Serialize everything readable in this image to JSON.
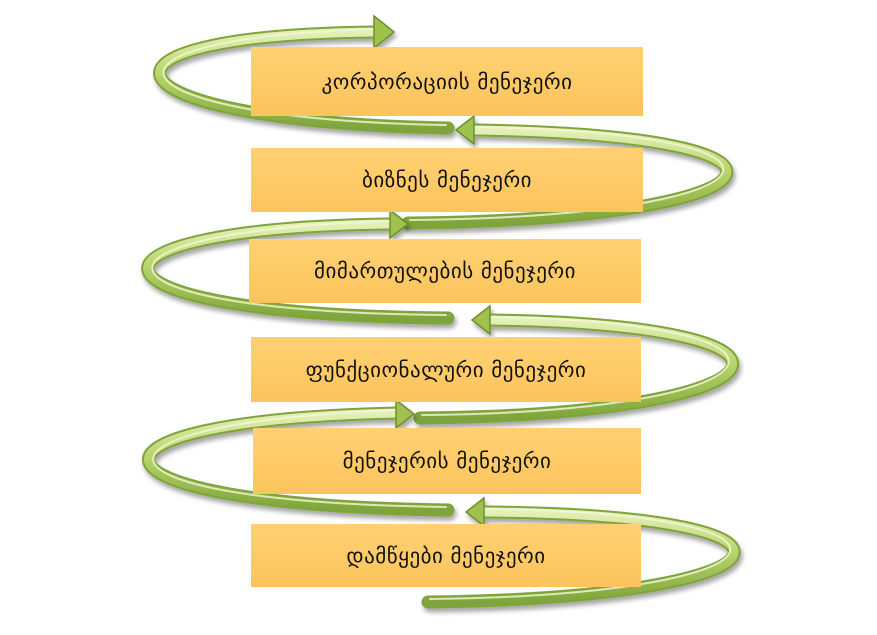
{
  "diagram": {
    "levels": [
      {
        "label": "კორპორაციის მენეჯერი"
      },
      {
        "label": "ბიზნეს მენეჯერი"
      },
      {
        "label": "მიმართულების მენეჯერი"
      },
      {
        "label": "ფუნქციონალური მენეჯერი"
      },
      {
        "label": "მენეჯერის მენეჯერი"
      },
      {
        "label": "დამწყები მენეჯერი"
      }
    ],
    "colors": {
      "box_fill": "#fcc45c",
      "arrow_fill": "#a6c855",
      "arrow_highlight": "#e4f0b8",
      "arrow_shadow": "#6f8f2c"
    },
    "arrow_shape": "spiral-loop"
  }
}
